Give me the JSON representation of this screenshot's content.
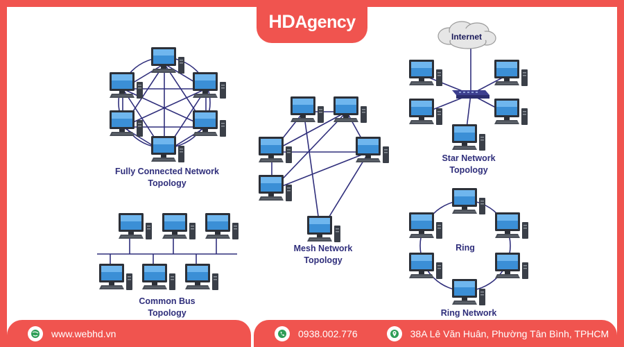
{
  "brand": {
    "name_main": "HD",
    "name_rest": "Agency"
  },
  "diagram": {
    "fully_connected": {
      "label_line1": "Fully Connected Network",
      "label_line2": "Topology"
    },
    "bus": {
      "label_line1": "Common Bus",
      "label_line2": "Topology"
    },
    "mesh": {
      "label_line1": "Mesh Network",
      "label_line2": "Topology"
    },
    "star": {
      "label_line1": "Star Network",
      "label_line2": "Topology",
      "cloud_label": "Internet"
    },
    "ring": {
      "center_label": "Ring",
      "label_line1": "Ring Network"
    }
  },
  "footer": {
    "website": "www.webhd.vn",
    "phone": "0938.002.776",
    "address": "38A Lê Văn Huân, Phường Tân Bình, TPHCM"
  },
  "colors": {
    "accent": "#f0544f",
    "link": "#2f2e7b",
    "label": "#2f2e7b"
  }
}
